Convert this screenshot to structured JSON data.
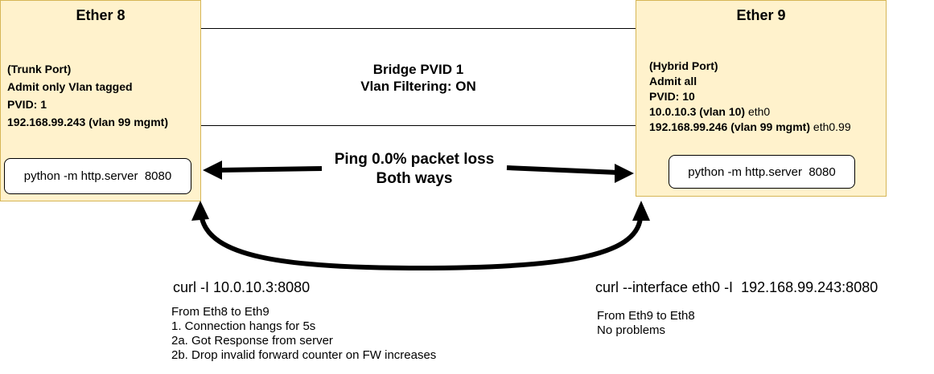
{
  "ether8": {
    "title": "Ether 8",
    "lines": [
      "(Trunk Port)",
      "Admit only Vlan tagged",
      "PVID: 1",
      "192.168.99.243 (vlan 99 mgmt)"
    ],
    "server": "python -m http.server  8080"
  },
  "ether9": {
    "title": "Ether 9",
    "lines": [
      {
        "bold": "(Hybrid Port)",
        "plain": ""
      },
      {
        "bold": "Admit all",
        "plain": ""
      },
      {
        "bold": "PVID: 10",
        "plain": ""
      },
      {
        "bold": "10.0.10.3 (vlan 10)",
        "plain": " eth0"
      },
      {
        "bold": "192.168.99.246 (vlan 99 mgmt)",
        "plain": " eth0.99"
      }
    ],
    "server": "python -m http.server  8080"
  },
  "bridge": {
    "line1": "Bridge PVID 1",
    "line2": "Vlan Filtering: ON"
  },
  "ping": {
    "line1": "Ping 0.0% packet loss",
    "line2": "Both ways"
  },
  "left_cmd": {
    "command": "curl -I 10.0.10.3:8080",
    "notes": [
      "From Eth8 to Eth9",
      "1. Connection hangs for 5s",
      "2a. Got Response from server",
      "2b. Drop invalid forward counter on FW increases"
    ]
  },
  "right_cmd": {
    "command": "curl --interface eth0 -I  192.168.99.243:8080",
    "notes": [
      "From Eth9 to Eth8",
      "No problems"
    ]
  }
}
